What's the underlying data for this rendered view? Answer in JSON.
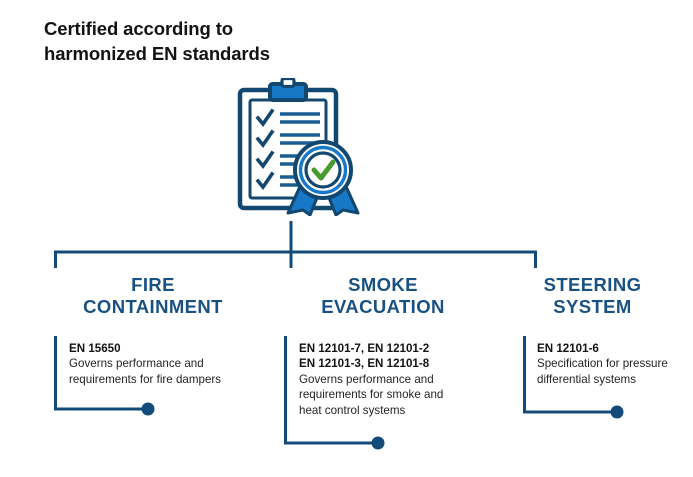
{
  "title": {
    "line1": "Certified according to",
    "line2": "harmonized EN standards"
  },
  "icon": {
    "name": "certificate-clipboard-icon",
    "description": "clipboard with checklist and award ribbon with check mark",
    "colors": {
      "outline": "#12476f",
      "bright_blue": "#1878c8",
      "check_green": "#4a9b2e",
      "white": "#ffffff"
    }
  },
  "colors": {
    "heading_blue": "#1a5183",
    "connector_blue": "#124b79",
    "body_text": "#222426",
    "title_text": "#111315",
    "background": "#ffffff"
  },
  "columns": [
    {
      "heading_line1": "FIRE",
      "heading_line2": "CONTAINMENT",
      "standards": [
        "EN 15650"
      ],
      "description": "Governs performance and requirements for fire dampers"
    },
    {
      "heading_line1": "SMOKE",
      "heading_line2": "EVACUATION",
      "standards": [
        "EN 12101-7, EN 12101-2",
        "EN 12101-3, EN 12101-8"
      ],
      "description": "Governs performance and requirements for smoke and heat control systems"
    },
    {
      "heading_line1": "STEERING",
      "heading_line2": "SYSTEM",
      "standards": [
        "EN 12101-6"
      ],
      "description": "Specification for pressure differential systems"
    }
  ]
}
